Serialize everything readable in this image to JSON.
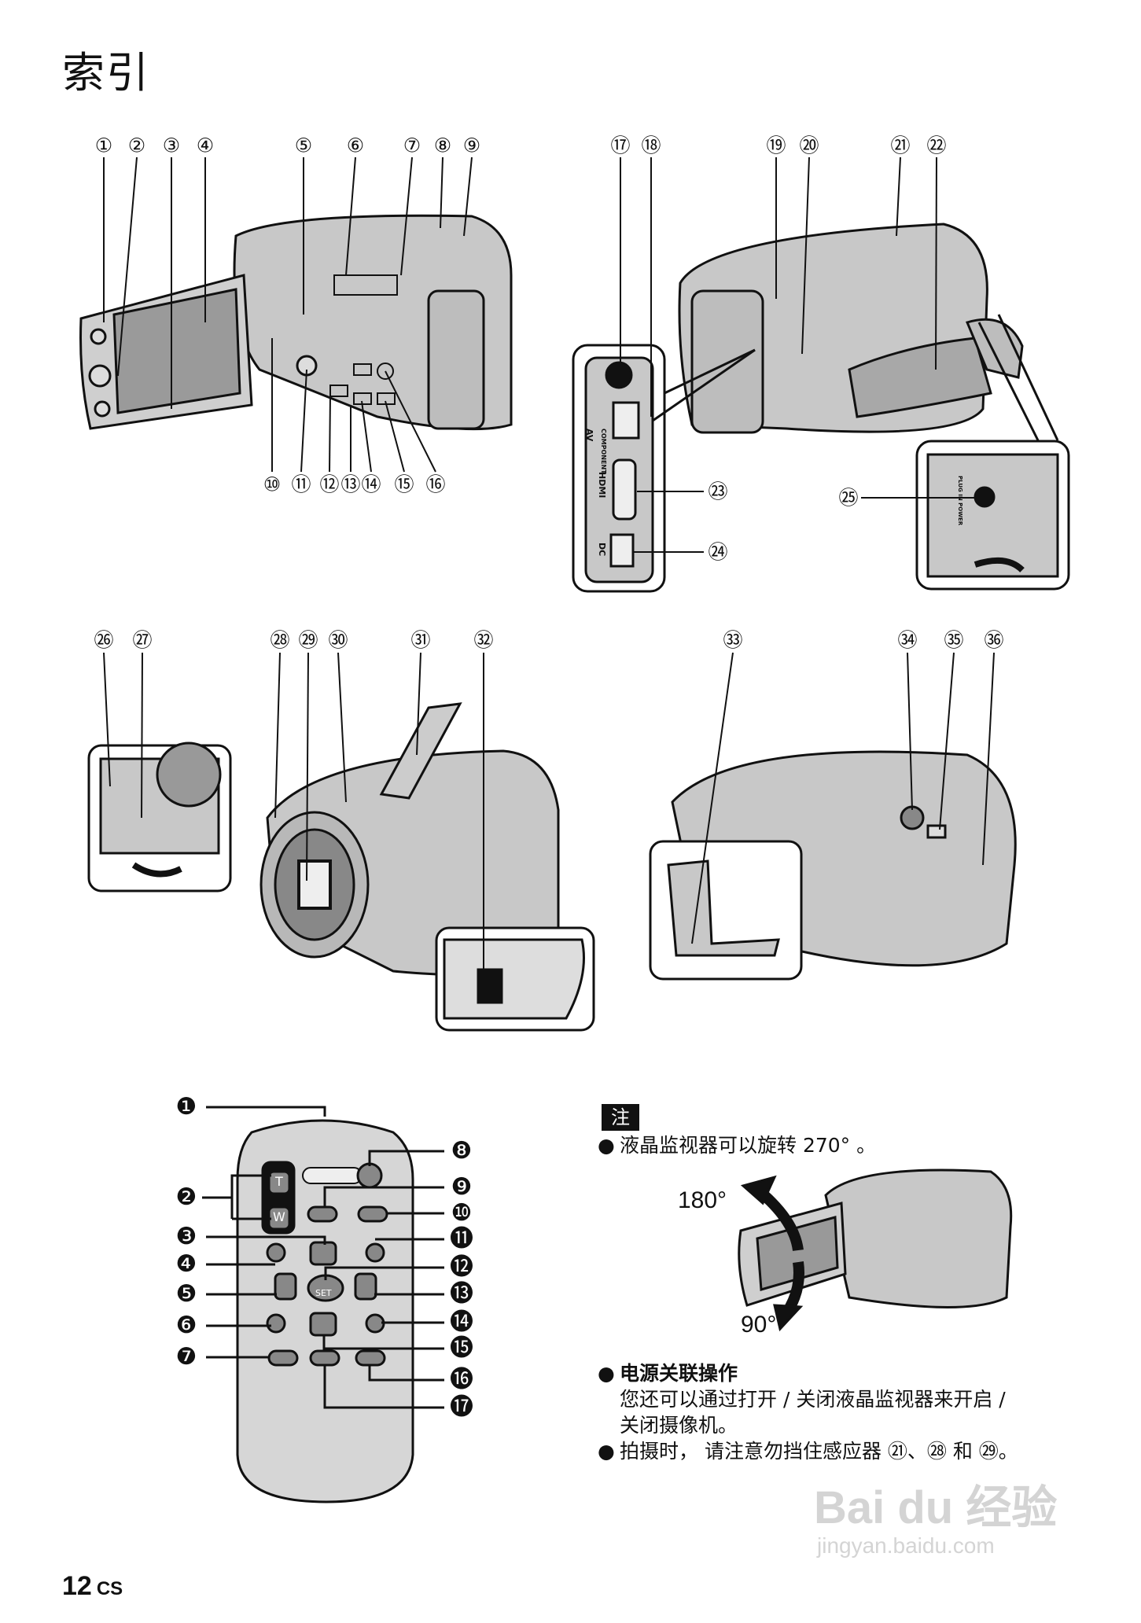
{
  "page": {
    "title": "索引",
    "page_number": "12",
    "page_suffix": "CS"
  },
  "camera_callouts": [
    "①",
    "②",
    "③",
    "④",
    "⑤",
    "⑥",
    "⑦",
    "⑧",
    "⑨",
    "⑩",
    "⑪",
    "⑫",
    "⑬",
    "⑭",
    "⑮",
    "⑯",
    "⑰",
    "⑱",
    "⑲",
    "⑳",
    "㉑",
    "㉒",
    "㉓",
    "㉔",
    "㉕",
    "㉖",
    "㉗",
    "㉘",
    "㉙",
    "㉚",
    "㉛",
    "㉜",
    "㉝",
    "㉞",
    "㉟",
    "㊱"
  ],
  "remote_callouts": [
    "❶",
    "❷",
    "❸",
    "❹",
    "❺",
    "❻",
    "❼",
    "❽",
    "❾",
    "❿",
    "⓫",
    "⓬",
    "⓭",
    "⓮",
    "⓯",
    "⓰",
    "⓱"
  ],
  "port_labels": {
    "av": "AV",
    "component": "COMPONENT",
    "hdmi": "HDMI",
    "dc": "DC",
    "plug_in_power": "PLUG IN POWER"
  },
  "remote_keys": {
    "tele": "T",
    "wide": "W",
    "set": "SET"
  },
  "notes": {
    "tag": "注",
    "bullet1": "液晶监视器可以旋转 270° 。",
    "angle_up": "180°",
    "angle_down": "90°",
    "bullet2_title": "电源关联操作",
    "bullet2_line1": "您还可以通过打开 / 关闭液晶监视器来开启 /",
    "bullet2_line2": "关闭摄像机。",
    "bullet3": "拍摄时， 请注意勿挡住感应器 ㉑、㉘ 和 ㉙。"
  },
  "watermark": {
    "logo": "Bai du 经验",
    "url": "jingyan.baidu.com"
  },
  "colors": {
    "ink": "#111111",
    "body_grey": "#c8c8c8",
    "dark_grey": "#8a8a8a",
    "watermark": "#d4d4d4"
  }
}
